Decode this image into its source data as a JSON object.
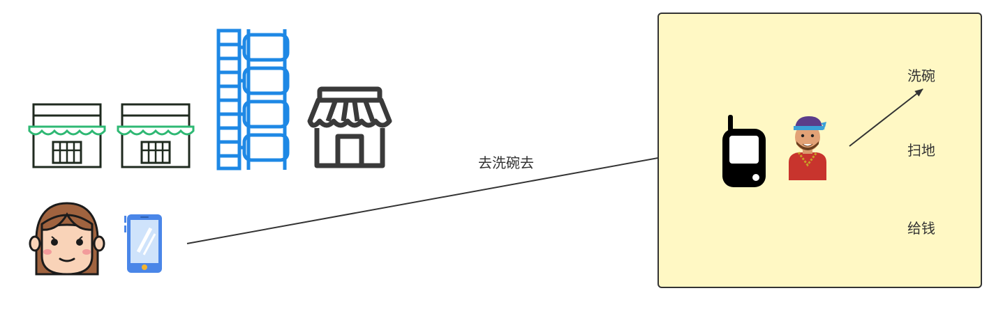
{
  "diagram": {
    "edge_label": "去洗碗去",
    "tasks": [
      "洗碗",
      "扫地",
      "给钱"
    ]
  },
  "colors": {
    "panel_fill": "#fff8c4",
    "store_green": "#2eb873",
    "building_blue": "#1e88e5",
    "arrow": "#333333"
  },
  "icons": {
    "left": [
      "store-icon",
      "store-icon",
      "building-icon",
      "shop-icon",
      "woman-avatar-icon",
      "smartphone-icon"
    ],
    "right": [
      "cellphone-icon",
      "worker-avatar-icon"
    ]
  }
}
